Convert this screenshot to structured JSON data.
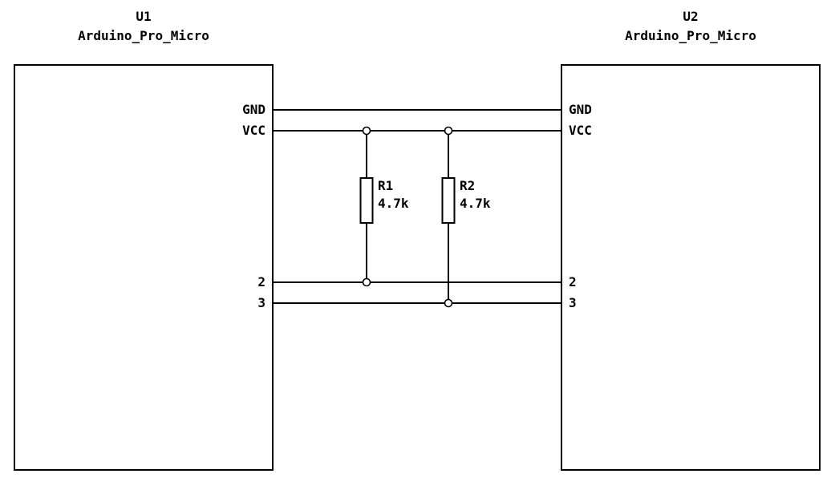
{
  "schematic": {
    "u1": {
      "ref": "U1",
      "value": "Arduino_Pro_Micro",
      "pins": {
        "gnd": "GND",
        "vcc": "VCC",
        "pin2": "2",
        "pin3": "3"
      }
    },
    "u2": {
      "ref": "U2",
      "value": "Arduino_Pro_Micro",
      "pins": {
        "gnd": "GND",
        "vcc": "VCC",
        "pin2": "2",
        "pin3": "3"
      }
    },
    "r1": {
      "ref": "R1",
      "value": "4.7k"
    },
    "r2": {
      "ref": "R2",
      "value": "4.7k"
    },
    "colors": {
      "line": "#000000",
      "background": "#ffffff"
    }
  }
}
